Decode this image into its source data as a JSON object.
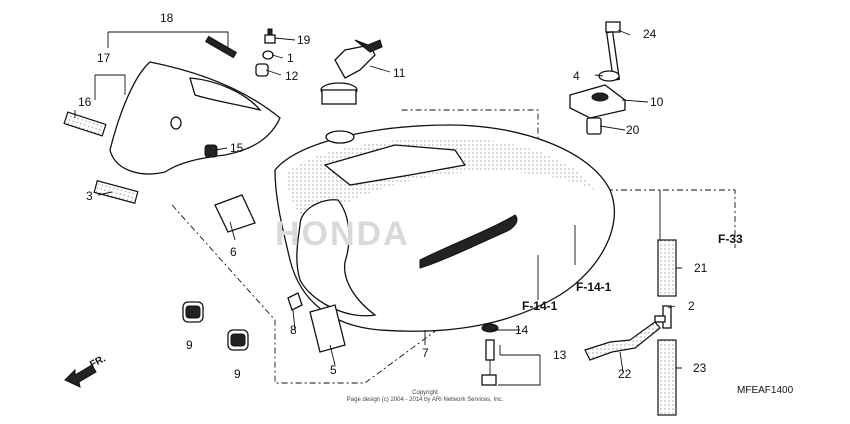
{
  "callouts": {
    "c1": "1",
    "c2": "2",
    "c3": "3",
    "c4": "4",
    "c5": "5",
    "c6": "6",
    "c7": "7",
    "c8": "8",
    "c9a": "9",
    "c9b": "9",
    "c10": "10",
    "c11": "11",
    "c12": "12",
    "c13": "13",
    "c14": "14",
    "c15": "15",
    "c16": "16",
    "c17": "17",
    "c18": "18",
    "c19": "19",
    "c20": "20",
    "c21": "21",
    "c22": "22",
    "c23": "23",
    "c24": "24"
  },
  "refs": {
    "f33": "F-33",
    "f141a": "F-14-1",
    "f141b": "F-14-1"
  },
  "diagram_code": "MFEAF1400",
  "direction_label": "FR.",
  "watermark_text": "HONDA",
  "copyright": {
    "line1": "Copyright",
    "line2": "Page design (c) 2004 - 2014 by ARI Network Services, Inc."
  }
}
